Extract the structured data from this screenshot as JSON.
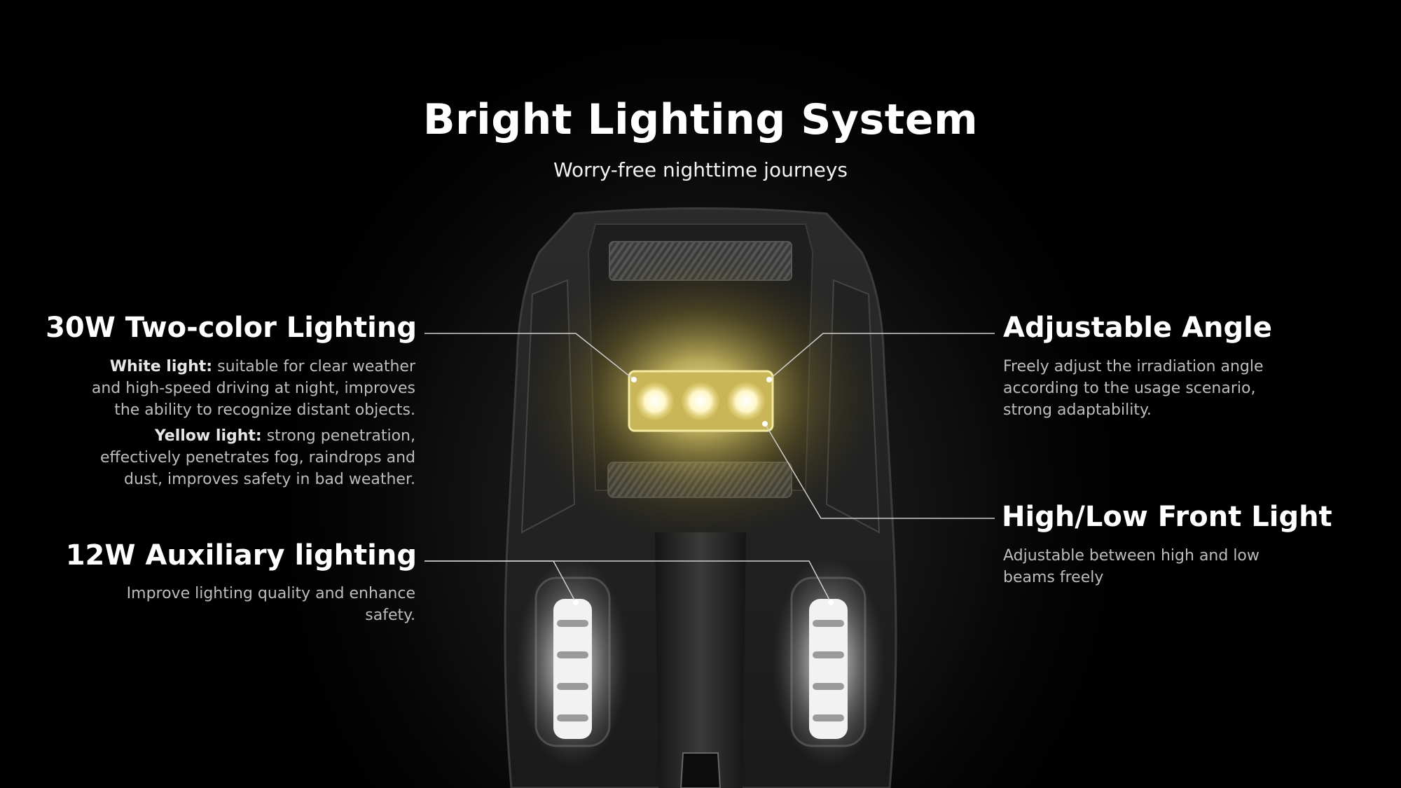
{
  "header": {
    "title": "Bright Lighting System",
    "subtitle": "Worry-free nighttime journeys"
  },
  "features": {
    "main_light": {
      "title": "30W Two-color Lighting",
      "white_label": "White light:",
      "white_text": " suitable for clear weather and high-speed driving at night, improves the ability to recognize distant objects.",
      "yellow_label": "Yellow light:",
      "yellow_text": " strong penetration, effectively penetrates fog, raindrops and dust, improves safety in bad weather."
    },
    "auxiliary": {
      "title": "12W Auxiliary lighting",
      "text": "Improve lighting quality and enhance safety."
    },
    "angle": {
      "title": "Adjustable Angle",
      "text": "Freely adjust the irradiation angle according to the usage scenario, strong adaptability."
    },
    "high_low": {
      "title": "High/Low Front Light",
      "text": "Adjustable between high and low beams freely"
    }
  },
  "colors": {
    "background": "#000000",
    "title_text": "#ffffff",
    "body_text": "#bdbdbd",
    "headlight_glow": "#e8d36a",
    "auxiliary_glow": "#ffffff",
    "callout_line": "#cfcfcf"
  }
}
